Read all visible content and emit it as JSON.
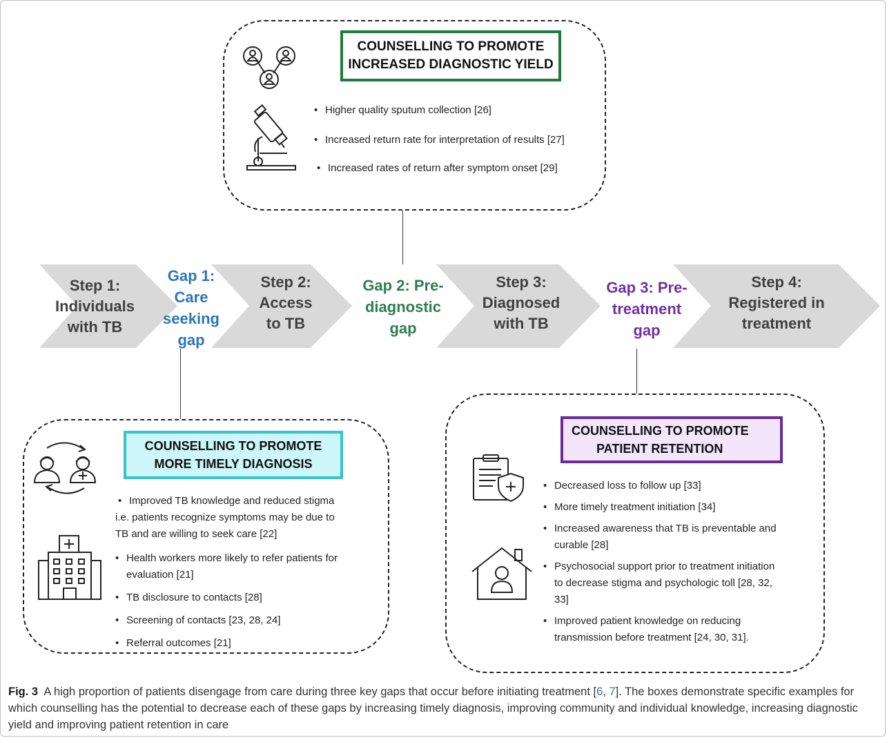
{
  "colors": {
    "gap1": "#2e75b6",
    "gap2": "#2e7d4f",
    "gap3": "#7030a0",
    "box_top_border": "#217a3c",
    "box_left_border": "#36c3cc",
    "box_left_fill": "#ccf6f8",
    "box_right_border": "#6b2a94",
    "box_right_fill": "#f3e6fb",
    "arrow_fill": "#d9d9d9"
  },
  "steps": [
    {
      "lines": [
        "Step 1:",
        "Individuals",
        "with TB"
      ]
    },
    {
      "lines": [
        "Step 2:",
        "Access",
        "to TB"
      ]
    },
    {
      "lines": [
        "Step 3:",
        "Diagnosed",
        "with TB"
      ]
    },
    {
      "lines": [
        "Step 4:",
        "Registered in",
        "treatment"
      ]
    }
  ],
  "gaps": [
    {
      "lines": [
        "Gap 1:",
        "Care",
        "seeking",
        "gap"
      ]
    },
    {
      "lines": [
        "Gap 2: Pre-",
        "diagnostic",
        "gap"
      ]
    },
    {
      "lines": [
        "Gap 3: Pre-",
        "treatment",
        "gap"
      ]
    }
  ],
  "boxes": {
    "diagnostic_yield": {
      "title": [
        "COUNSELLING TO PROMOTE",
        "INCREASED DIAGNOSTIC YIELD"
      ],
      "icons": [
        "people-network-icon",
        "microscope-icon"
      ],
      "items": [
        "Higher quality sputum collection [26]",
        "Increased return rate for interpretation of results [27]",
        "Increased rates of return after symptom onset [29]"
      ]
    },
    "timely_diagnosis": {
      "title": [
        "COUNSELLING TO PROMOTE",
        "MORE TIMELY DIAGNOSIS"
      ],
      "icons": [
        "patient-exchange-icon",
        "hospital-icon"
      ],
      "items": [
        [
          "Improved TB knowledge and reduced stigma",
          "i.e. patients recognize symptoms may be due to",
          "TB and are willing to seek care [22]"
        ],
        [
          "Health workers more likely to refer patients for",
          "evaluation [21]"
        ],
        [
          "TB disclosure to contacts [28]"
        ],
        [
          "Screening of contacts [23, 28, 24]"
        ],
        [
          "Referral outcomes [21]"
        ]
      ]
    },
    "patient_retention": {
      "title": [
        "COUNSELLING TO PROMOTE",
        "PATIENT RETENTION"
      ],
      "icons": [
        "clipboard-shield-icon",
        "home-patient-icon"
      ],
      "items": [
        [
          "Decreased loss to follow up [33]"
        ],
        [
          "More timely treatment initiation [34]"
        ],
        [
          "Increased awareness that TB is preventable and",
          "curable [28]"
        ],
        [
          "Psychosocial support prior to treatment initiation",
          "to decrease stigma and psychologic toll [28, 32,",
          "33]"
        ],
        [
          "Improved patient knowledge on reducing",
          "transmission before treatment [24, 30, 31]."
        ]
      ]
    }
  },
  "caption": {
    "label": "Fig. 3",
    "text_1": "A high proportion of patients disengage from care during three key gaps that occur before initiating treatment [",
    "ref_1": "6",
    "sep": ", ",
    "ref_2": "7",
    "text_2": "]. The boxes demonstrate specific examples for which counselling has the potential to decrease each of these gaps by increasing timely diagnosis, improving community and individual knowledge, increasing diagnostic yield and improving patient retention in care"
  }
}
